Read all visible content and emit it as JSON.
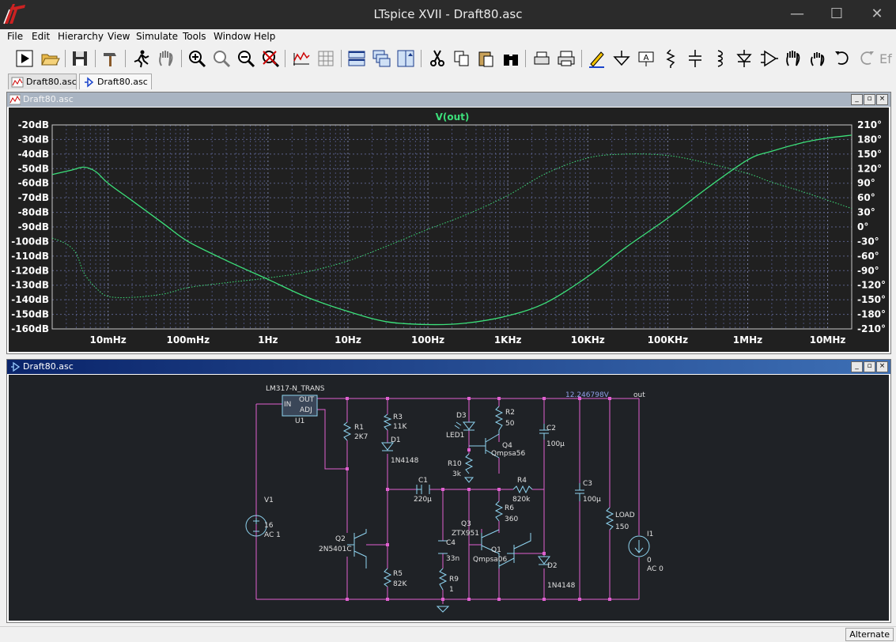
{
  "window": {
    "title": "LTspice XVII - Draft80.asc"
  },
  "menu": [
    "File",
    "Edit",
    "Hierarchy",
    "View",
    "Simulate",
    "Tools",
    "Window",
    "Help"
  ],
  "tabs": [
    {
      "label": "Draft80.asc",
      "kind": "waveform"
    },
    {
      "label": "Draft80.asc",
      "kind": "schematic",
      "active": true
    }
  ],
  "plot_window": {
    "title": "Draft80.asc"
  },
  "schematic_window": {
    "title": "Draft80.asc"
  },
  "chart_data": {
    "type": "line",
    "title": "V(out)",
    "x_scale": "log",
    "x_ticks": [
      "10mHz",
      "100mHz",
      "1Hz",
      "10Hz",
      "100Hz",
      "1KHz",
      "10KHz",
      "100KHz",
      "1MHz",
      "10MHz"
    ],
    "x_tick_values": [
      0.01,
      0.1,
      1,
      10,
      100,
      1000,
      10000,
      100000,
      1000000,
      10000000
    ],
    "xlim": [
      0.002,
      20000000
    ],
    "y_left_ticks": [
      "-20dB",
      "-30dB",
      "-40dB",
      "-50dB",
      "-60dB",
      "-70dB",
      "-80dB",
      "-90dB",
      "-100dB",
      "-110dB",
      "-120dB",
      "-130dB",
      "-140dB",
      "-150dB",
      "-160dB"
    ],
    "ylim_left": [
      -160,
      -20
    ],
    "y_right_ticks": [
      "210°",
      "180°",
      "150°",
      "120°",
      "90°",
      "60°",
      "30°",
      "0°",
      "-30°",
      "-60°",
      "-90°",
      "-120°",
      "-150°",
      "-180°",
      "-210°"
    ],
    "ylim_right": [
      -210,
      210
    ],
    "grid": true,
    "series": [
      {
        "kind": "magnitude",
        "axis": "left",
        "style": "solid",
        "x": [
          0.002,
          0.0035,
          0.005,
          0.007,
          0.01,
          0.02,
          0.05,
          0.1,
          0.3,
          1,
          3,
          10,
          30,
          100,
          300,
          1000,
          3000,
          10000,
          30000,
          100000,
          300000,
          1000000,
          2000000,
          5000000,
          10000000,
          20000000
        ],
        "y": [
          -54,
          -51,
          -49,
          -52,
          -60,
          -72,
          -88,
          -100,
          -113,
          -126,
          -138,
          -148,
          -155,
          -157,
          -156,
          -151,
          -142,
          -124,
          -104,
          -84,
          -64,
          -44,
          -38,
          -32,
          -29,
          -27
        ]
      },
      {
        "kind": "phase",
        "axis": "right",
        "style": "dotted",
        "x": [
          0.002,
          0.003,
          0.004,
          0.005,
          0.007,
          0.01,
          0.02,
          0.05,
          0.1,
          0.3,
          1,
          3,
          10,
          30,
          100,
          300,
          1000,
          3000,
          10000,
          30000,
          100000,
          300000,
          1000000,
          2000000,
          5000000,
          10000000,
          20000000
        ],
        "y": [
          -23,
          -35,
          -55,
          -95,
          -125,
          -143,
          -145,
          -138,
          -125,
          -115,
          -105,
          -93,
          -70,
          -40,
          -5,
          25,
          65,
          110,
          142,
          150,
          147,
          132,
          110,
          92,
          72,
          55,
          38
        ]
      }
    ]
  },
  "schematic": {
    "voltage_label": "12.246798V",
    "net_out": "out",
    "u1": {
      "part": "LM317-N_TRANS",
      "ref": "U1",
      "in": "IN",
      "out": "OUT",
      "adj": "ADJ"
    },
    "labels": {
      "r1": "R1",
      "r1v": "2K7",
      "r3": "R3",
      "r3v": "11K",
      "d1": "D1",
      "d1v": "1N4148",
      "d3": "D3",
      "d3v": "LED1",
      "r2": "R2",
      "r2v": "50",
      "q4": "Q4",
      "q4v": "Qmpsa56",
      "c2": "C2",
      "c2v": "100µ",
      "r10": "R10",
      "r10v": "3k",
      "c1": "C1",
      "c1v": "220µ",
      "r4": "R4",
      "r4v": "820k",
      "c3": "C3",
      "c3v": "100µ",
      "r6": "R6",
      "r6v": "360",
      "q3": "Q3",
      "q3v": "ZTX951",
      "q1": "Q1",
      "q1v": "Qmpsa06",
      "load": "LOAD",
      "loadv": "150",
      "i1": "I1",
      "i1v": "0",
      "i1ac": "AC 0",
      "v1": "V1",
      "v1v": "16",
      "v1ac": "AC 1",
      "q2": "Q2",
      "q2v": "2N5401C",
      "c4": "C4",
      "c4v": "33n",
      "r5": "R5",
      "r5v": "82K",
      "r9": "R9",
      "r9v": "1",
      "d2": "D2",
      "d2v": "1N4148"
    }
  },
  "status": {
    "mode": "Alternate"
  }
}
